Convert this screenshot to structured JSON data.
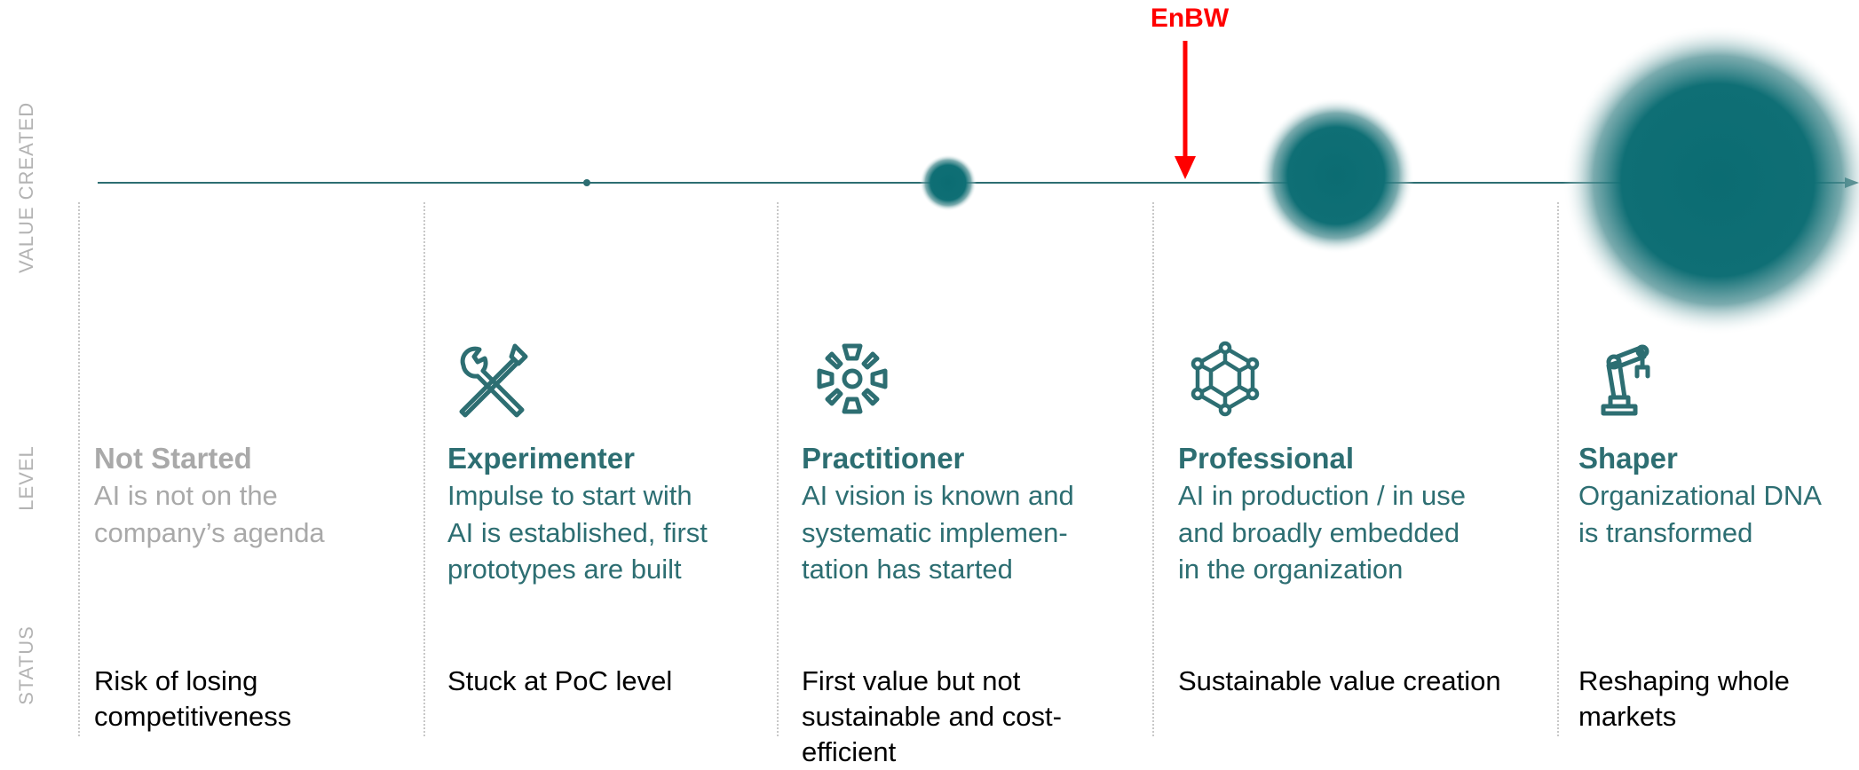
{
  "axes": {
    "value_created": "VALUE CREATED",
    "level": "LEVEL",
    "status": "STATUS"
  },
  "marker": {
    "label": "EnBW",
    "color": "#ff0000"
  },
  "colors": {
    "teal": "#1f6f74",
    "accent": "#2d6e72",
    "muted": "#a9a9a9"
  },
  "stages": [
    {
      "title": "Not Started",
      "description": "AI is not on the\ncompany’s agenda",
      "status": "Risk of losing\ncompetitiveness",
      "icon": "none"
    },
    {
      "title": "Experimenter",
      "description": "Impulse to start with\nAI is established, first\nprototypes are built",
      "status": "Stuck at PoC level",
      "icon": "wrench-screwdriver-icon"
    },
    {
      "title": "Practitioner",
      "description": "AI vision is known and\nsystematic implemen-\ntation has started",
      "status": "First value but not\nsustainable and cost-\nefficient",
      "icon": "gear-icon"
    },
    {
      "title": "Professional",
      "description": "AI in production / in use\nand broadly embedded\nin the organization",
      "status": "Sustainable value creation",
      "icon": "network-cube-icon"
    },
    {
      "title": "Shaper",
      "description": "Organizational DNA\nis transformed",
      "status": "Reshaping whole\nmarkets",
      "icon": "robot-arm-icon"
    }
  ]
}
